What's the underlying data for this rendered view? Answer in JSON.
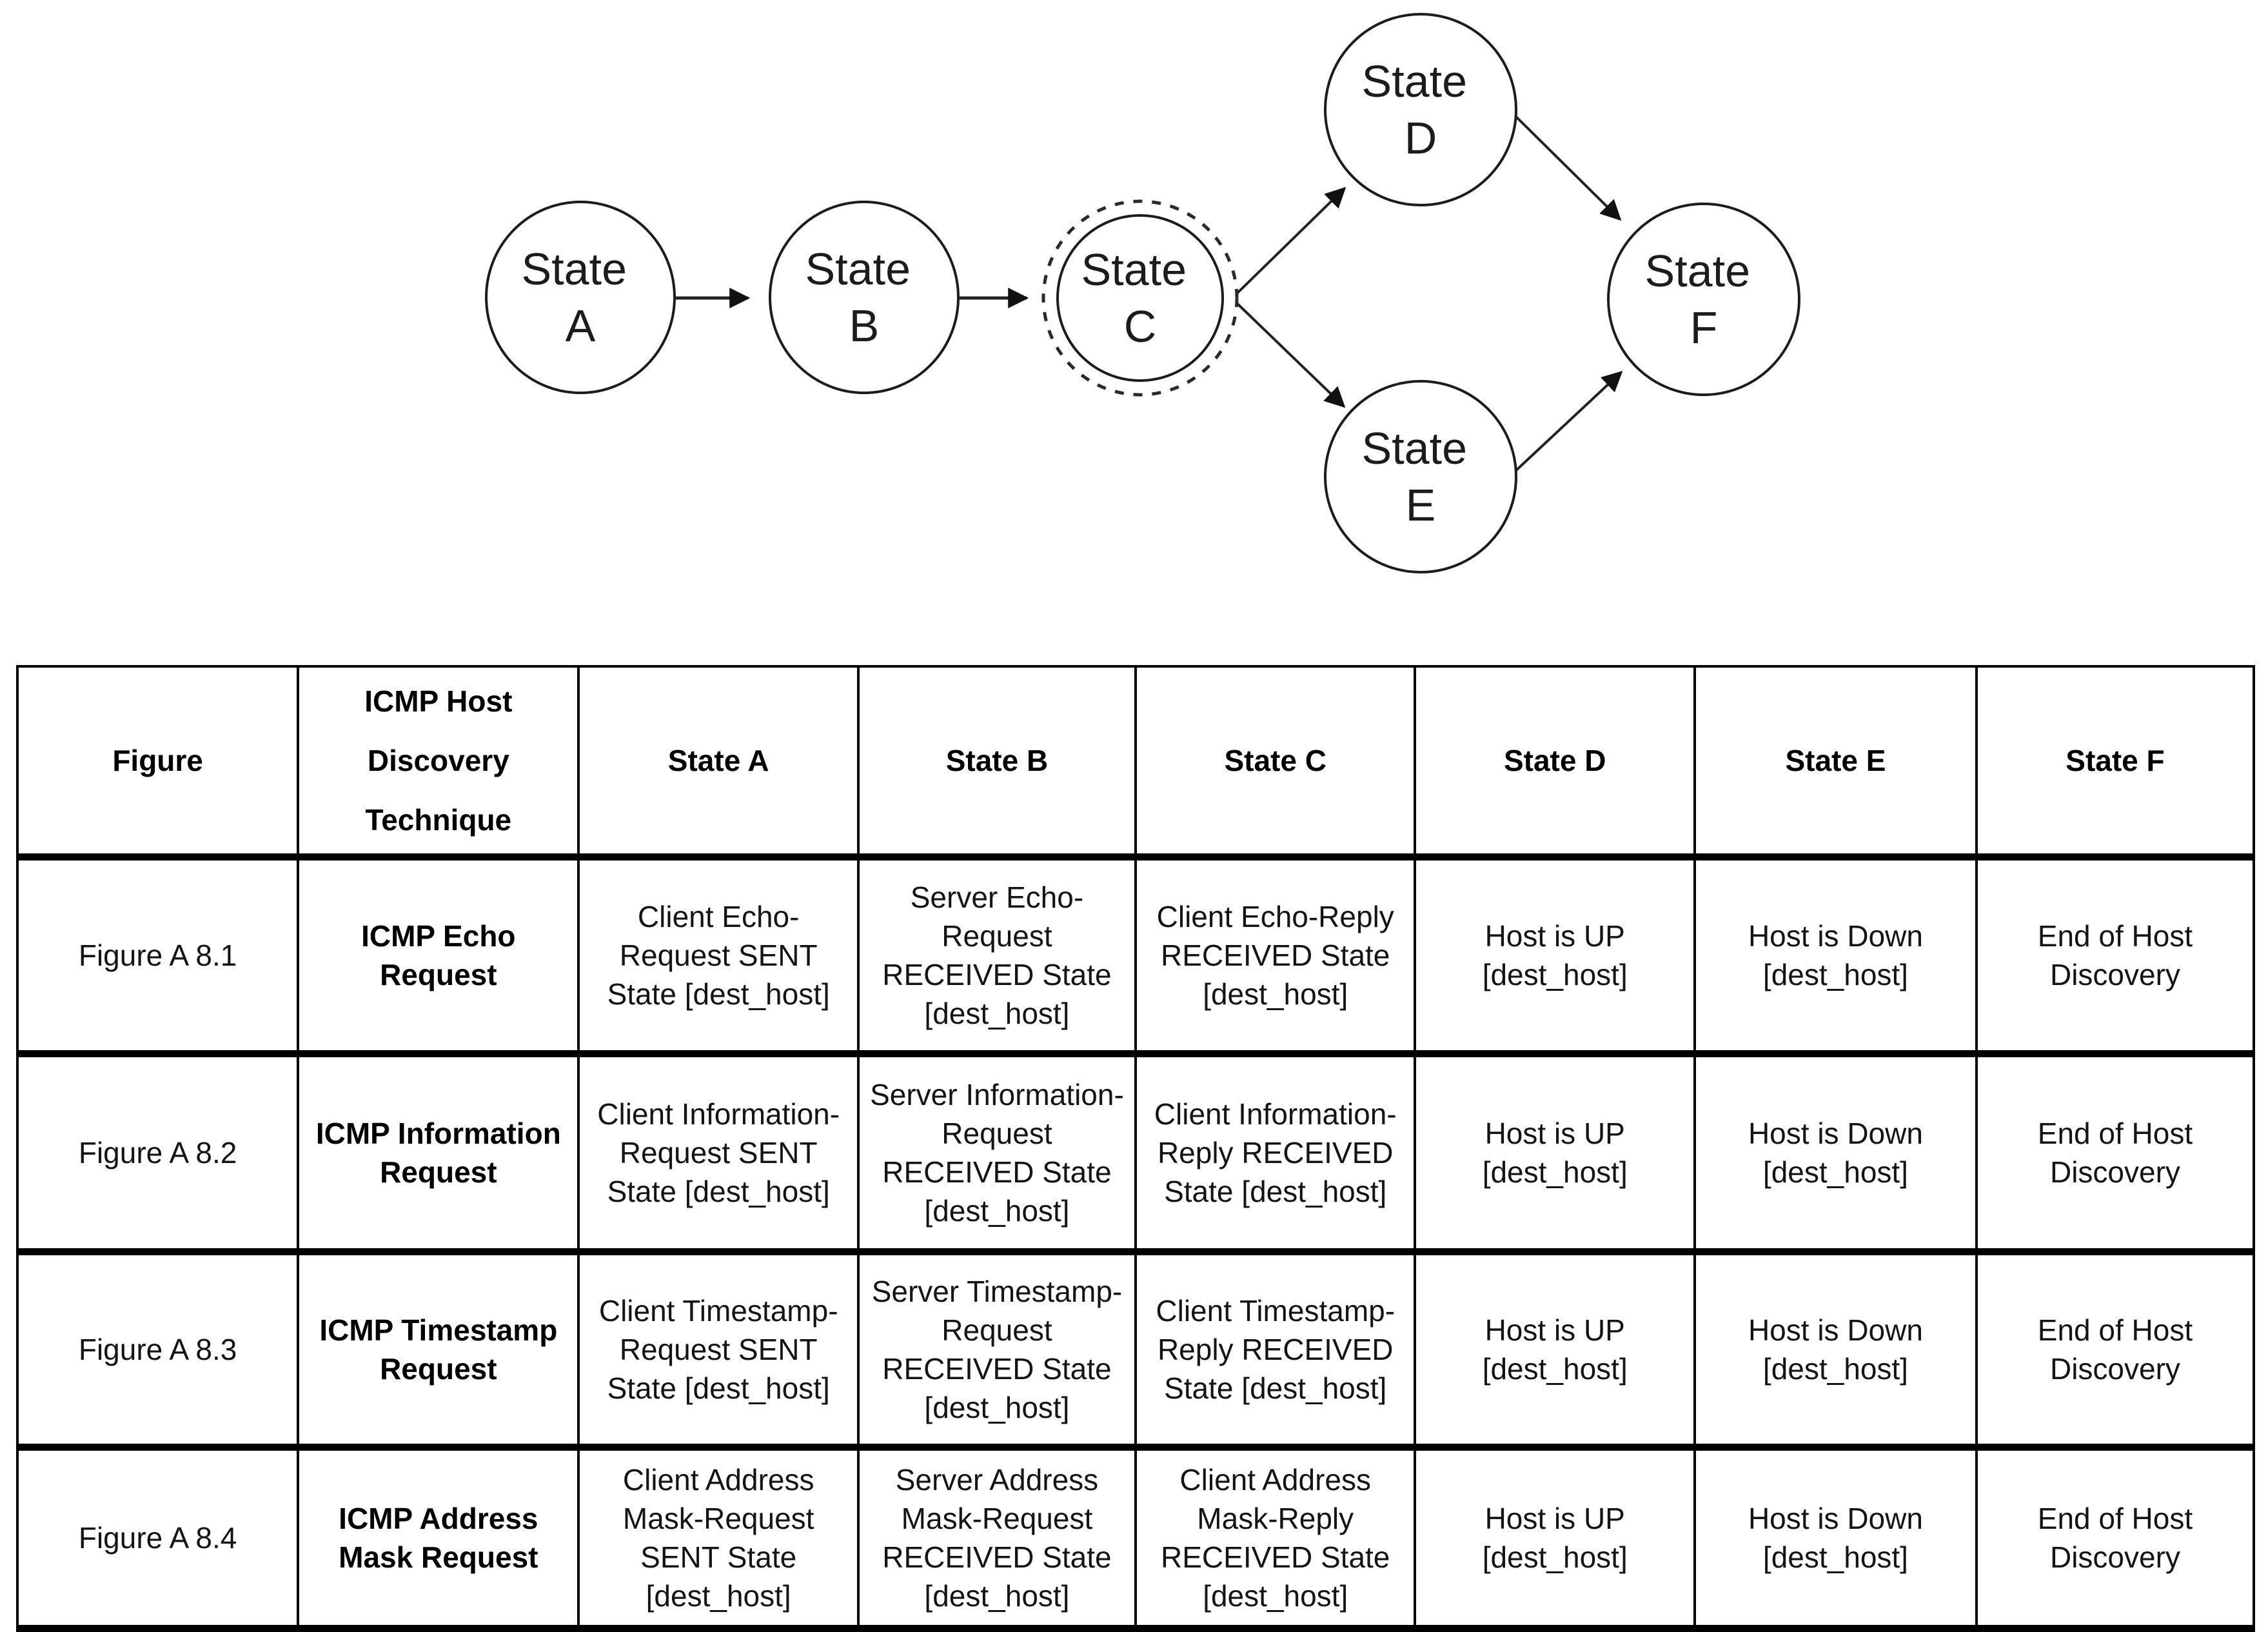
{
  "colors": {
    "background": "#ffffff",
    "ink": "#000000"
  },
  "diagram": {
    "nodes": [
      {
        "id": "A",
        "line1": "State",
        "line2": "A",
        "style": "solid"
      },
      {
        "id": "B",
        "line1": "State",
        "line2": "B",
        "style": "solid"
      },
      {
        "id": "C",
        "line1": "State",
        "line2": "C",
        "style": "solid-with-dashed-ring"
      },
      {
        "id": "D",
        "line1": "State",
        "line2": "D",
        "style": "solid"
      },
      {
        "id": "E",
        "line1": "State",
        "line2": "E",
        "style": "solid"
      },
      {
        "id": "F",
        "line1": "State",
        "line2": "F",
        "style": "solid"
      }
    ],
    "edges": [
      {
        "from": "A",
        "to": "B"
      },
      {
        "from": "B",
        "to": "C"
      },
      {
        "from": "C",
        "to": "D"
      },
      {
        "from": "C",
        "to": "E"
      },
      {
        "from": "D",
        "to": "F"
      },
      {
        "from": "E",
        "to": "F"
      }
    ]
  },
  "table": {
    "headers": [
      "Figure",
      "ICMP Host Discovery Technique",
      "State A",
      "State B",
      "State C",
      "State D",
      "State E",
      "State F"
    ],
    "rows": [
      [
        "Figure A 8.1",
        "ICMP Echo Request",
        "Client Echo-Request SENT State [dest_host]",
        "Server Echo-Request RECEIVED State [dest_host]",
        "Client Echo-Reply RECEIVED State [dest_host]",
        "Host is UP [dest_host]",
        "Host is Down [dest_host]",
        "End of Host Discovery"
      ],
      [
        "Figure A 8.2",
        "ICMP Information Request",
        "Client Information-Request SENT State [dest_host]",
        "Server Information-Request RECEIVED State [dest_host]",
        "Client Information-Reply RECEIVED State [dest_host]",
        "Host is UP [dest_host]",
        "Host is Down [dest_host]",
        "End of Host Discovery"
      ],
      [
        "Figure A 8.3",
        "ICMP Timestamp Request",
        "Client Timestamp-Request SENT State [dest_host]",
        "Server Timestamp-Request RECEIVED State [dest_host]",
        "Client Timestamp-Reply RECEIVED State [dest_host]",
        "Host is UP [dest_host]",
        "Host is Down [dest_host]",
        "End of Host Discovery"
      ],
      [
        "Figure A 8.4",
        "ICMP Address Mask Request",
        "Client Address Mask-Request SENT State [dest_host]",
        "Server Address Mask-Request RECEIVED State [dest_host]",
        "Client Address Mask-Reply RECEIVED State [dest_host]",
        "Host is UP [dest_host]",
        "Host is Down [dest_host]",
        "End of Host Discovery"
      ]
    ]
  }
}
